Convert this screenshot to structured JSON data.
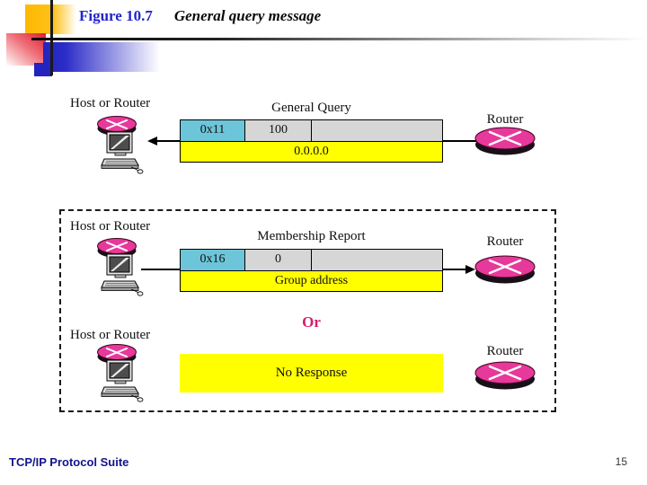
{
  "header": {
    "figure_label": "Figure 10.7",
    "figure_caption": "General query message"
  },
  "general_query": {
    "host_label": "Host or Router",
    "message_title": "General Query",
    "type_field": "0x11",
    "response_field": "100",
    "checksum_field": "",
    "address_field": "0.0.0.0",
    "router_label": "Router"
  },
  "membership_report": {
    "host_label": "Host or Router",
    "message_title": "Membership Report",
    "type_field": "0x16",
    "response_field": "0",
    "checksum_field": "",
    "address_field": "Group address",
    "router_label": "Router"
  },
  "or_label": "Or",
  "no_response": {
    "host_label": "Host or Router",
    "message_label": "No Response",
    "router_label": "Router"
  },
  "footer": {
    "title": "TCP/IP Protocol Suite",
    "page_number": "15"
  },
  "icons": {
    "host": "computer-icon",
    "router": "router-disk-icon"
  },
  "colors": {
    "type_cell": "#6CC5D8",
    "value_cell": "#D6D6D6",
    "address_cell": "#FFFF00",
    "router_pink": "#E6399B",
    "or_text": "#D81B72",
    "title_blue": "#2424CC",
    "footer_blue": "#14148C"
  }
}
